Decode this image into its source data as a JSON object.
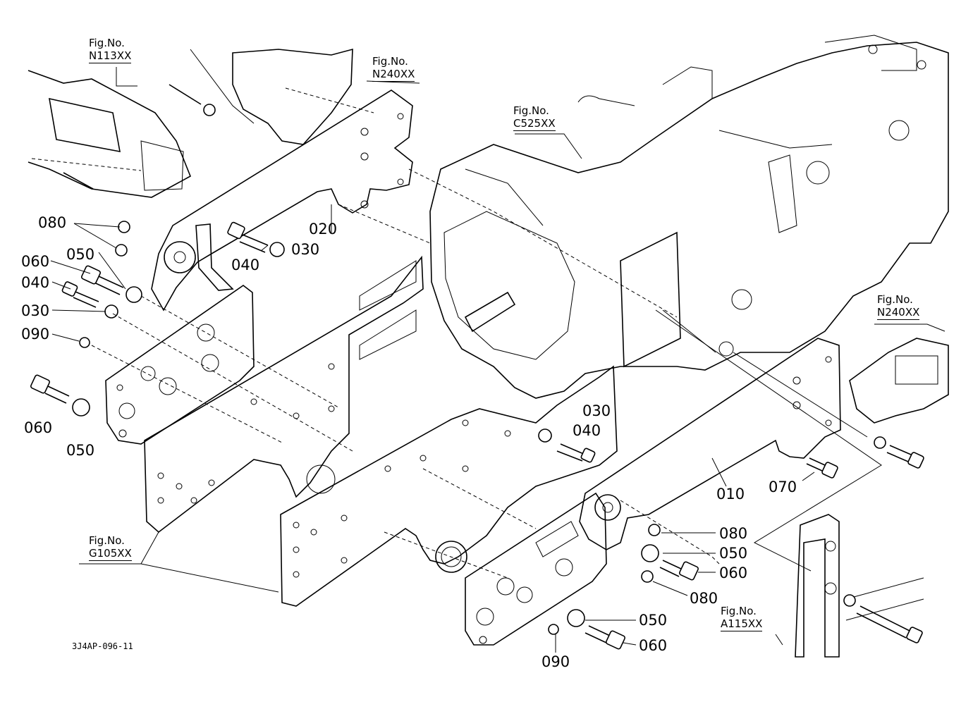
{
  "drawing_code": "3J4AP-096-11",
  "fig_refs": {
    "n113": {
      "prefix": "Fig.No.",
      "number": "N113XX"
    },
    "n240_top": {
      "prefix": "Fig.No.",
      "number": "N240XX"
    },
    "c525": {
      "prefix": "Fig.No.",
      "number": "C525XX"
    },
    "n240_right": {
      "prefix": "Fig.No.",
      "number": "N240XX"
    },
    "g105": {
      "prefix": "Fig.No.",
      "number": "G105XX"
    },
    "a115": {
      "prefix": "Fig.No.",
      "number": "A115XX"
    }
  },
  "parts": {
    "p010": "010",
    "p020": "020",
    "p030_a": "030",
    "p040_a": "040",
    "p080_a": "080",
    "p050_a": "050",
    "p060_a": "060",
    "p040_b": "040",
    "p030_b": "030",
    "p090_a": "090",
    "p060_b": "060",
    "p050_b": "050",
    "p030_c": "030",
    "p040_c": "040",
    "p070": "070",
    "p080_b": "080",
    "p050_c": "050",
    "p060_c": "060",
    "p080_c": "080",
    "p050_d": "050",
    "p060_d": "060",
    "p090_b": "090"
  }
}
